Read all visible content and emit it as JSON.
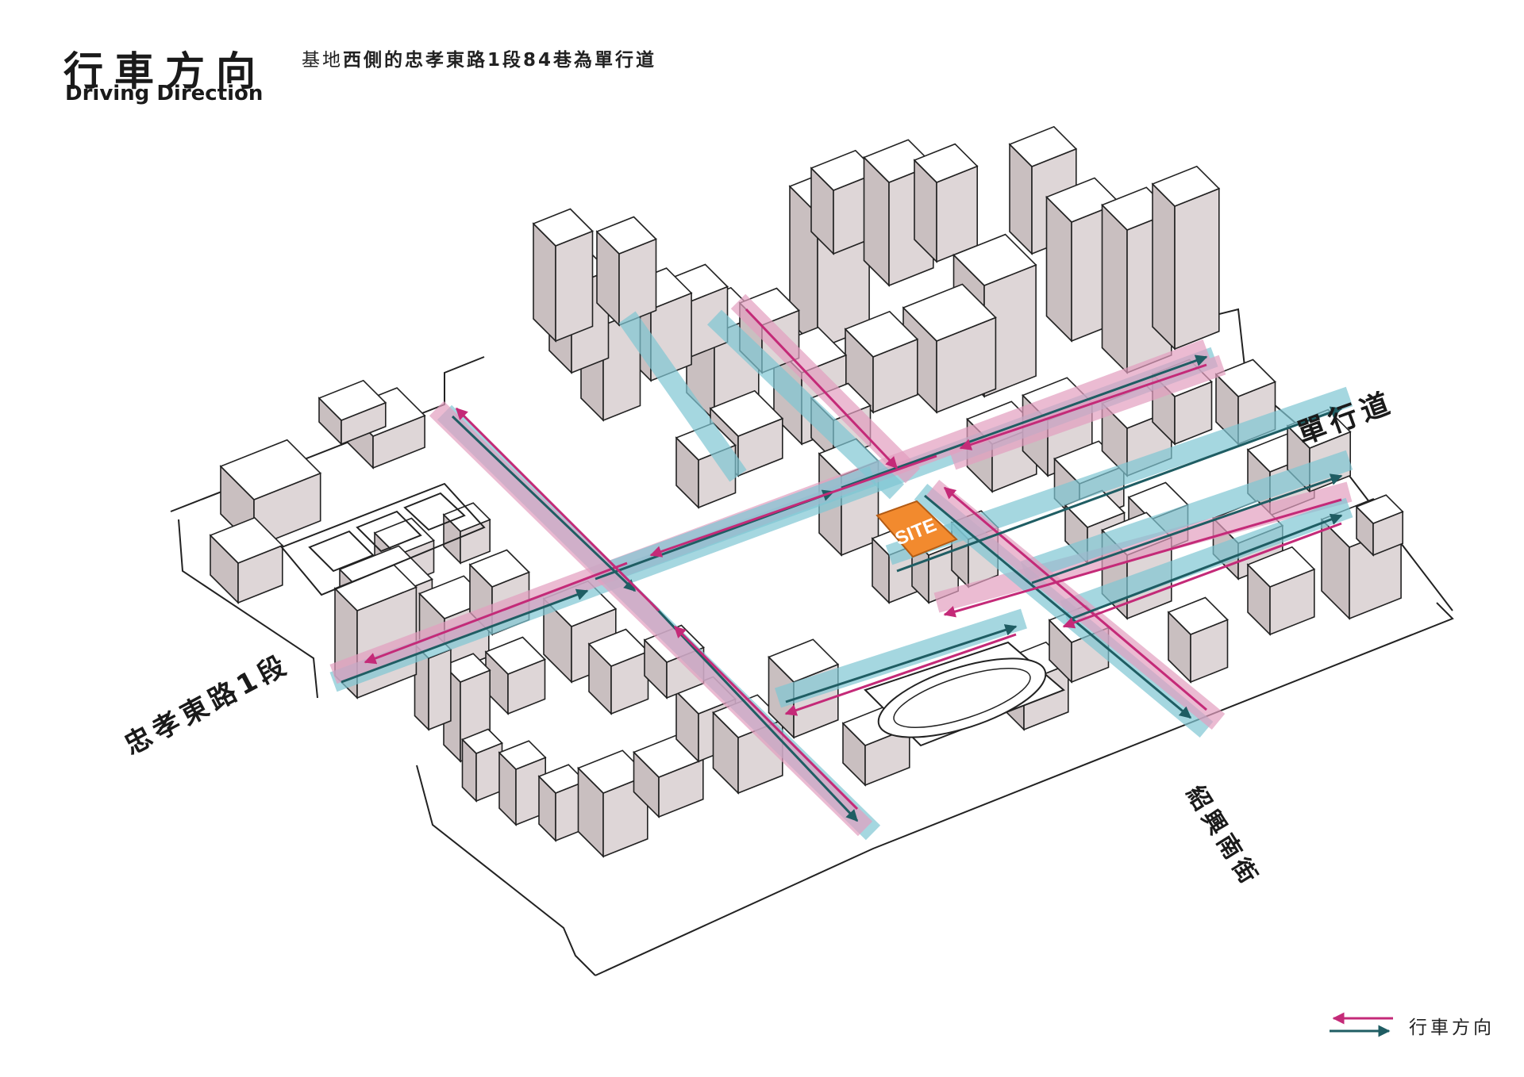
{
  "header": {
    "title_cn": "行車方向",
    "title_en": "Driving Direction",
    "subtitle_prefix": "基地",
    "subtitle_main": "西側的忠孝東路1段84巷為單行道"
  },
  "map": {
    "site_label": "SITE",
    "road_labels": {
      "zhongxiao": "忠孝東路1段",
      "one_way": "單行道",
      "shaoxing": "紹興南街"
    },
    "colors": {
      "building_top": "#ffffff",
      "building_side": "#c9bfc0",
      "building_stroke": "#222222",
      "road_blue": "#7fc6d3",
      "road_pink": "#e39ebf",
      "arrow_pink": "#c42a78",
      "arrow_teal": "#1f5d63",
      "site": "#f28a2e"
    }
  },
  "legend": {
    "label": "行車方向"
  }
}
